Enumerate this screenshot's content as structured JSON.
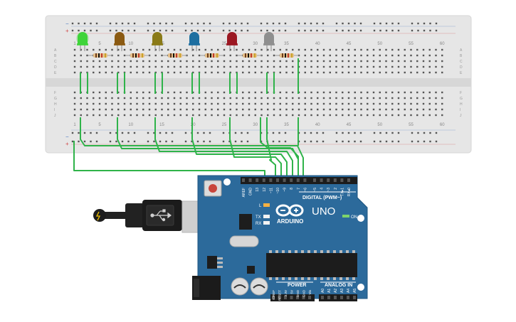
{
  "breadboard": {
    "top_column_numbers": [
      "1",
      "5",
      "10",
      "15",
      "20",
      "25",
      "30",
      "35",
      "40",
      "45",
      "50",
      "55",
      "60"
    ],
    "bottom_column_numbers": [
      "1",
      "5",
      "10",
      "15",
      "20",
      "25",
      "30",
      "35",
      "40",
      "45",
      "50",
      "55",
      "60"
    ],
    "row_letters_top": [
      "A",
      "B",
      "C",
      "D",
      "E"
    ],
    "row_letters_bottom": [
      "F",
      "G",
      "H",
      "I",
      "J"
    ],
    "rail_plus": "+",
    "rail_minus": "−"
  },
  "leds": [
    {
      "color": "#3fd43a",
      "name": "green"
    },
    {
      "color": "#8b5a12",
      "name": "brown"
    },
    {
      "color": "#8a7a18",
      "name": "olive"
    },
    {
      "color": "#1e6fa0",
      "name": "blue"
    },
    {
      "color": "#9b1822",
      "name": "red"
    },
    {
      "color": "#8f8f8f",
      "name": "gray"
    }
  ],
  "arduino": {
    "brand": "ARDUINO",
    "model": "UNO",
    "on_label": "ON",
    "l_label": "L",
    "tx_label": "TX",
    "rx_label": "RX",
    "digital_label": "DIGITAL (PWM~)",
    "power_label": "POWER",
    "analog_label": "ANALOG IN",
    "top_pins": [
      "AREF",
      "GND",
      "13",
      "12",
      "~11",
      "~10",
      "~9",
      "8",
      "7",
      "~6",
      "~5",
      "4",
      "~3",
      "2",
      "TX▸1",
      "RX◂0"
    ],
    "power_pins": [
      "IOREF",
      "RESET",
      "3.3V",
      "5V",
      "GND",
      "GND",
      "Vin"
    ],
    "analog_pins": [
      "A0",
      "A1",
      "A2",
      "A3",
      "A4",
      "A5"
    ]
  },
  "colors": {
    "board_blue": "#2c6a9b",
    "wire_green": "#2fb34a",
    "breadboard_bg": "#e8e8e8"
  }
}
